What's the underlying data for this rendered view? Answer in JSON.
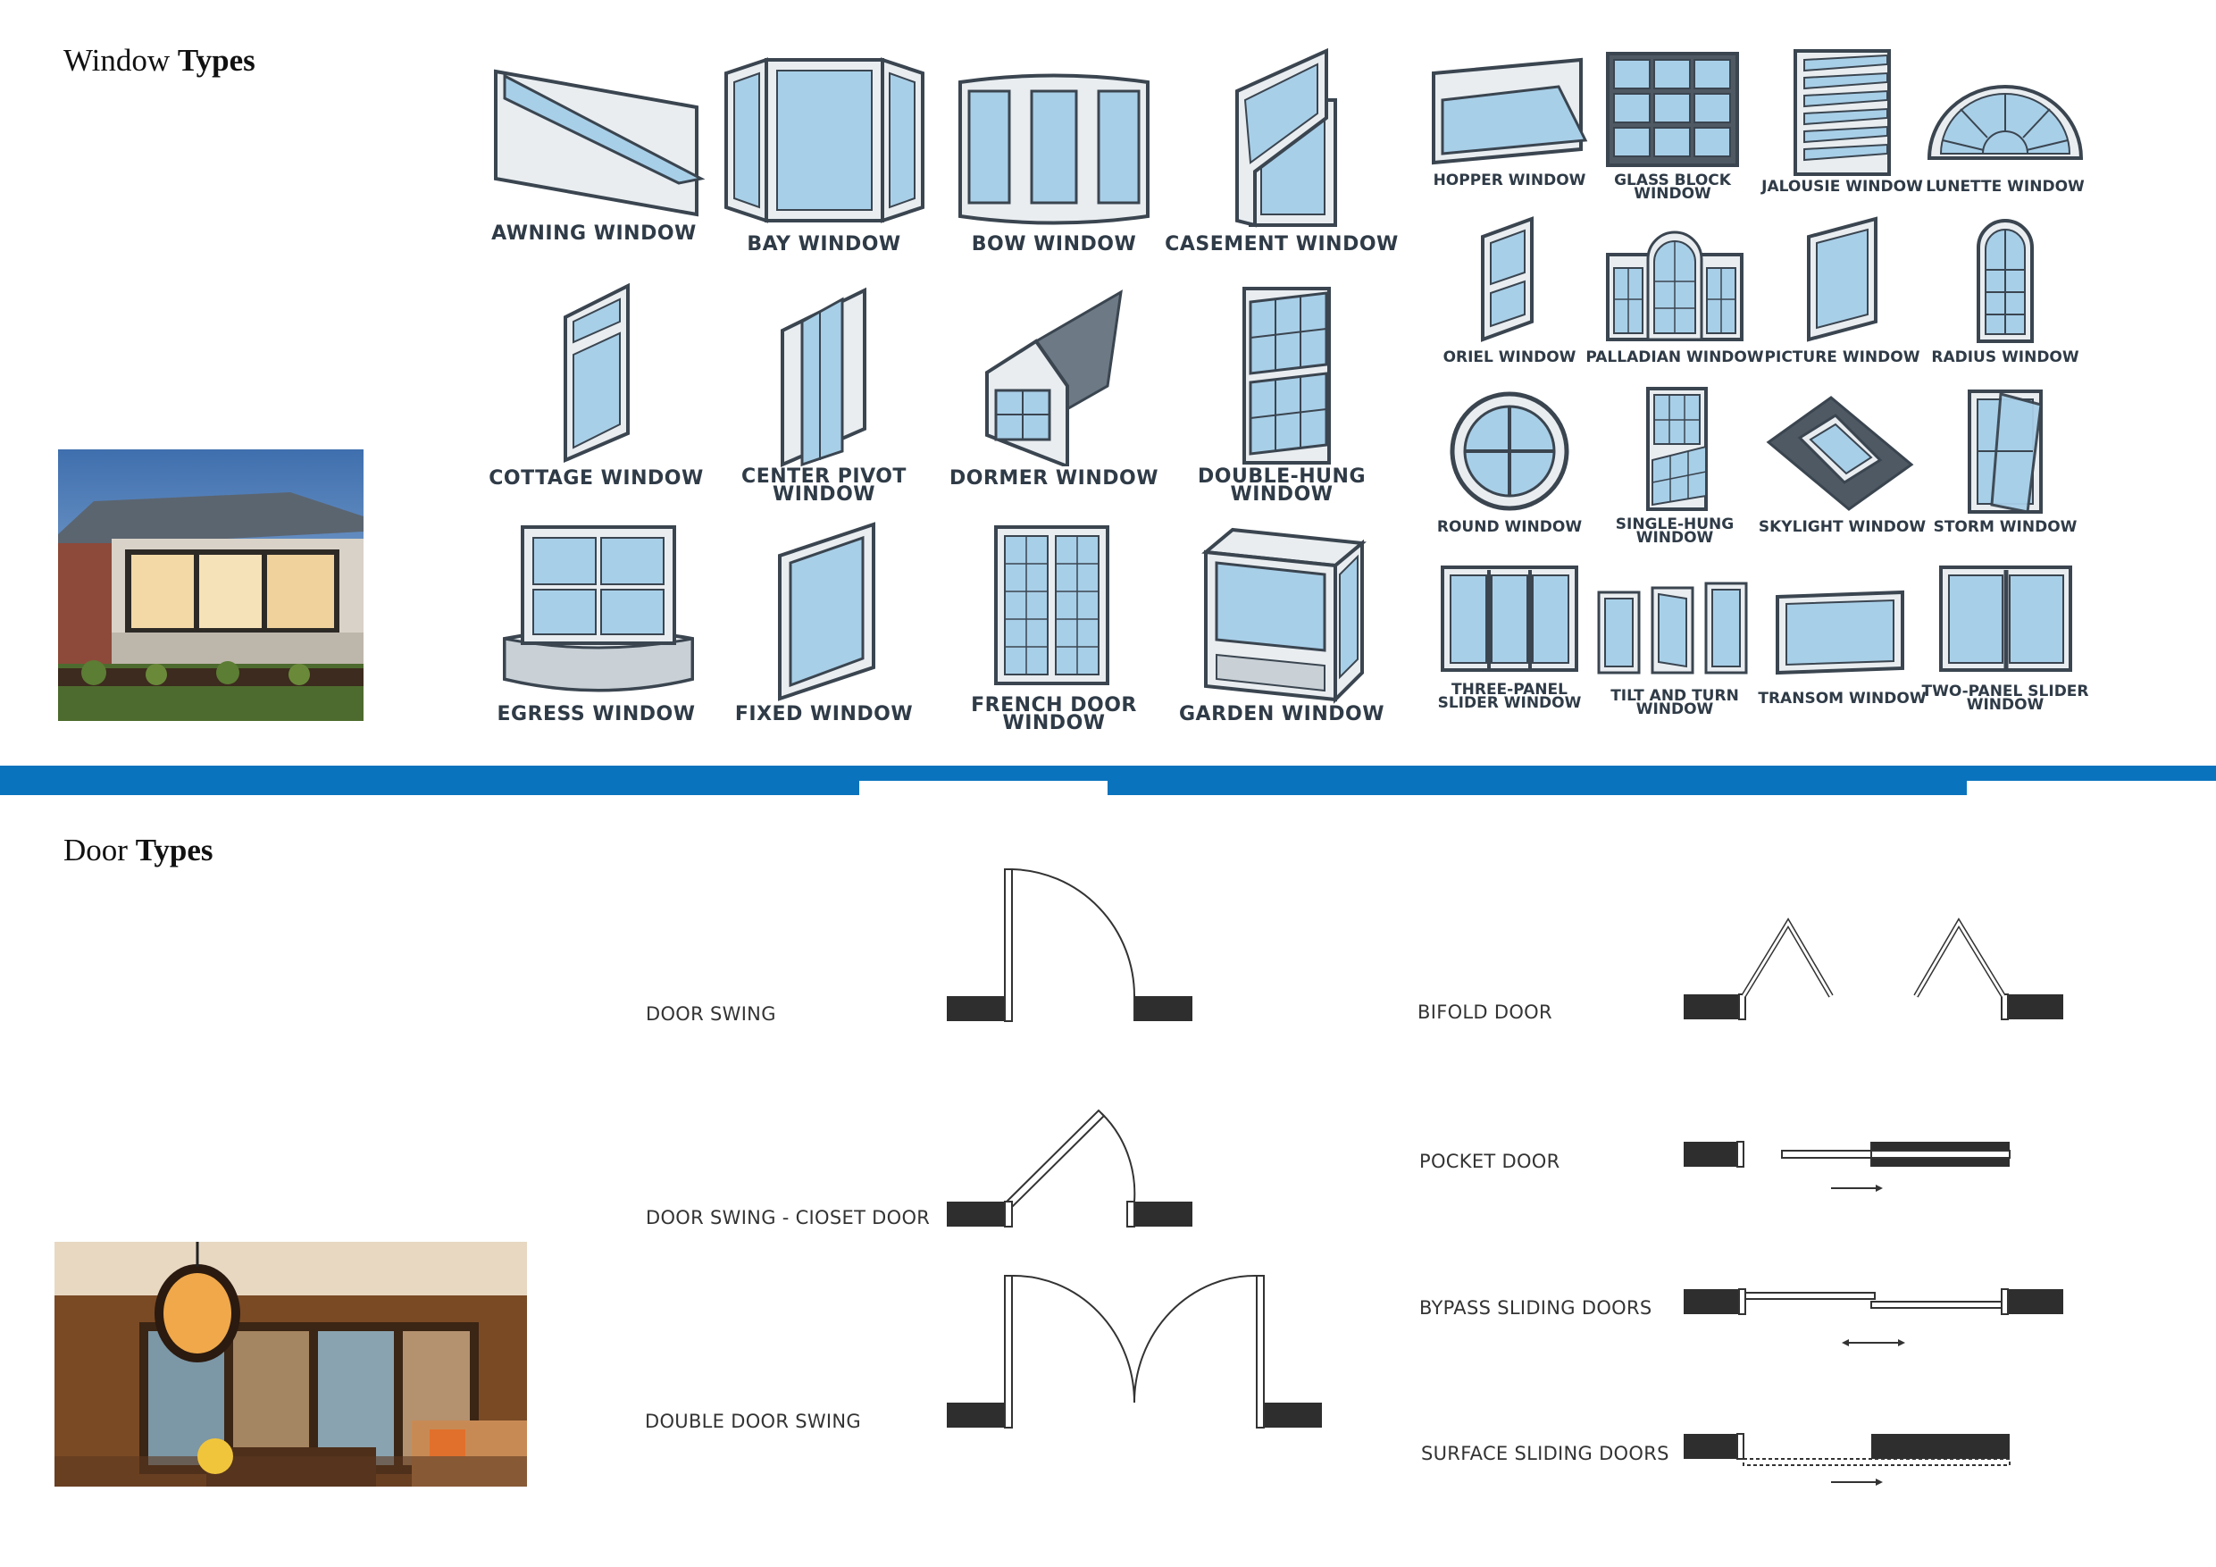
{
  "window_section": {
    "title_word1": "Window",
    "title_word2": "Types",
    "windows_left": [
      "AWNING WINDOW",
      "BAY WINDOW",
      "BOW WINDOW",
      "CASEMENT WINDOW",
      "COTTAGE WINDOW",
      "CENTER PIVOT WINDOW",
      "DORMER WINDOW",
      "DOUBLE-HUNG WINDOW",
      "EGRESS WINDOW",
      "FIXED WINDOW",
      "FRENCH DOOR WINDOW",
      "GARDEN WINDOW"
    ],
    "windows_right": [
      "HOPPER WINDOW",
      "GLASS BLOCK WINDOW",
      "JALOUSIE WINDOW",
      "LUNETTE WINDOW",
      "ORIEL WINDOW",
      "PALLADIAN WINDOW",
      "PICTURE WINDOW",
      "RADIUS WINDOW",
      "ROUND WINDOW",
      "SINGLE-HUNG WINDOW",
      "SKYLIGHT WINDOW",
      "STORM WINDOW",
      "THREE-PANEL SLIDER WINDOW",
      "TILT AND TURN WINDOW",
      "TRANSOM WINDOW",
      "TWO-PANEL SLIDER WINDOW"
    ]
  },
  "door_section": {
    "title_word1": "Door",
    "title_word2": "Types",
    "doors_left": [
      "DOOR SWING",
      "DOOR SWING - CIOSET DOOR",
      "DOUBLE DOOR SWING"
    ],
    "doors_right": [
      "BIFOLD DOOR",
      "POCKET DOOR",
      "BYPASS SLIDING DOORS",
      "SURFACE SLIDING DOORS"
    ]
  },
  "colors": {
    "divider": "#0a73bd",
    "glass": "#a8cfe8",
    "frame": "#e9edf0",
    "frame_stroke": "#3a4550",
    "wall": "#2e2e2e"
  },
  "icons": [
    "window-diagram-icon",
    "door-plan-icon",
    "house-photo",
    "interior-photo"
  ]
}
